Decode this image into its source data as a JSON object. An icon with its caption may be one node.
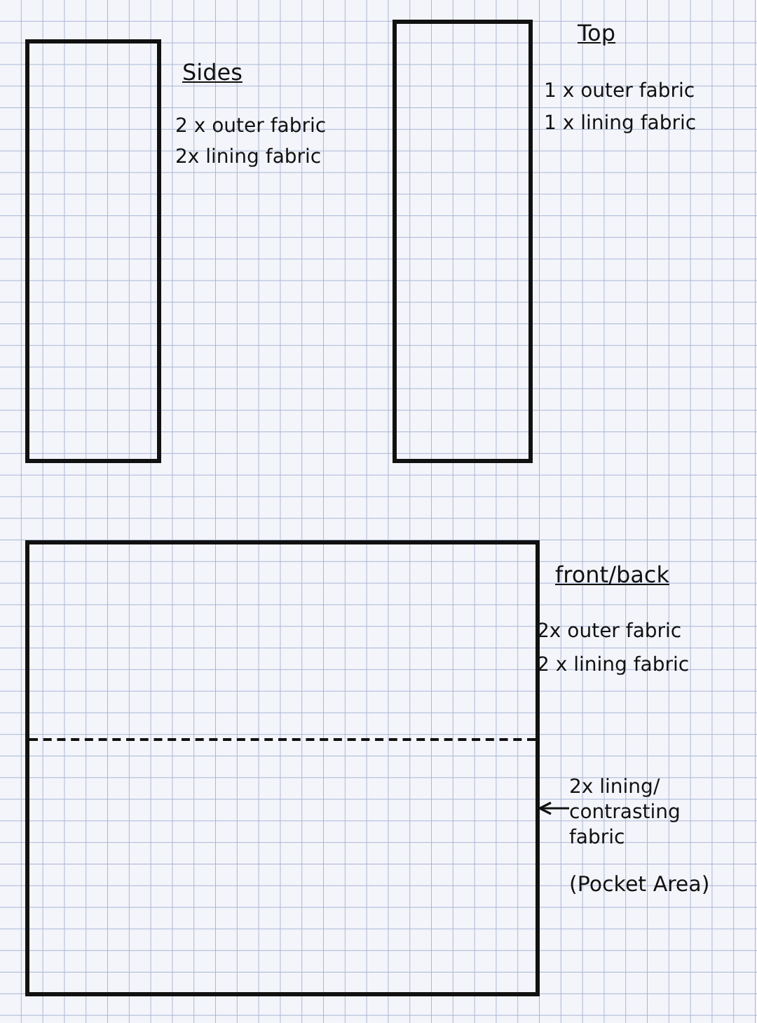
{
  "diagram": {
    "nodes": [
      {
        "text": [
          "Sides"
        ],
        "beside": [
          "2 x outer fabric",
          "2x lining fabric"
        ]
      },
      {
        "text": [
          "Top"
        ],
        "beside": [
          "1 x outer fabric",
          "1 x lining fabric"
        ]
      },
      {
        "text": [
          "front/back"
        ],
        "beside": [
          "2x outer fabric",
          "2 x lining fabric"
        ]
      },
      {
        "text": [
          "2x lining/ contrasting fabric",
          "(Pocket Area)"
        ]
      }
    ],
    "edges": [
      {
        "from": 3,
        "to": 2,
        "arrow": "to"
      }
    ]
  }
}
